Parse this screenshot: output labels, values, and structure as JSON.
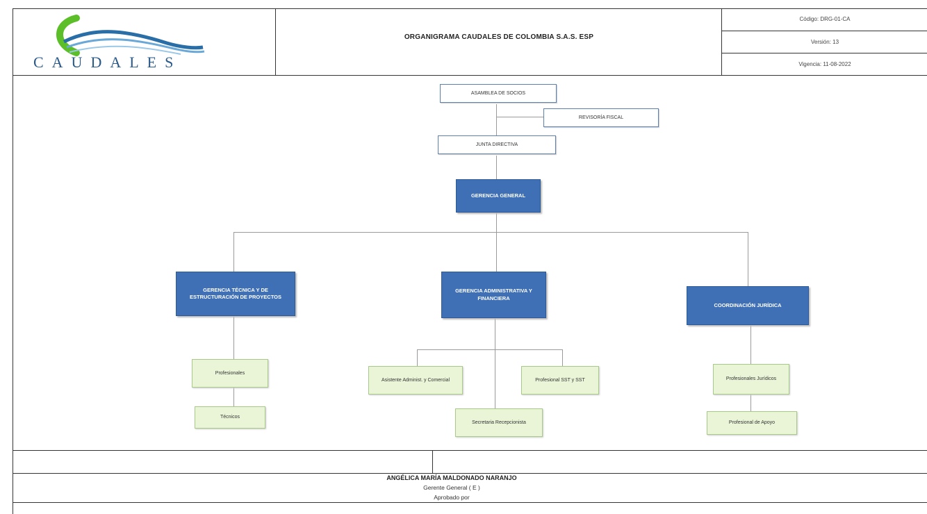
{
  "header": {
    "logo_text": "CAUDALES",
    "title": "ORGANIGRAMA CAUDALES DE COLOMBIA S.A.S. ESP",
    "code": "Código: DRG-01-CA",
    "version": "Versión: 13",
    "validity": "Vigencia: 11-08-2022"
  },
  "org": {
    "asamblea": "ASAMBLEA DE SOCIOS",
    "revisoria": "REVISORÍA FISCAL",
    "junta": "JUNTA DIRECTIVA",
    "gerencia": "GERENCIA GENERAL",
    "tecnica": "GERENCIA TÉCNICA Y DE ESTRUCTURACIÓN DE PROYECTOS",
    "administrativa": "GERENCIA ADMINISTRATIVA Y FINANCIERA",
    "juridica": "COORDINACIÓN JURÍDICA",
    "profesionales": "Profesionales",
    "tecnicos": "Técnicos",
    "asistente": "Asistente Administ. y Comercial",
    "sst": "Profesional SST y SST",
    "secretaria": "Secretaria Recepcionista",
    "prof_juridicos": "Profesionales Jurídicos",
    "prof_apoyo": "Profesional de Apoyo"
  },
  "footer": {
    "name": "ANGÉLICA MARÍA MALDONADO NARANJO",
    "role": "Gerente General ( E )",
    "approved": "Aprobado por"
  },
  "colors": {
    "blue_box": "#3f6fb4",
    "green_box": "#eaf5d8",
    "logo_blue": "#2a5a8a",
    "logo_green": "#5cbf2a"
  }
}
